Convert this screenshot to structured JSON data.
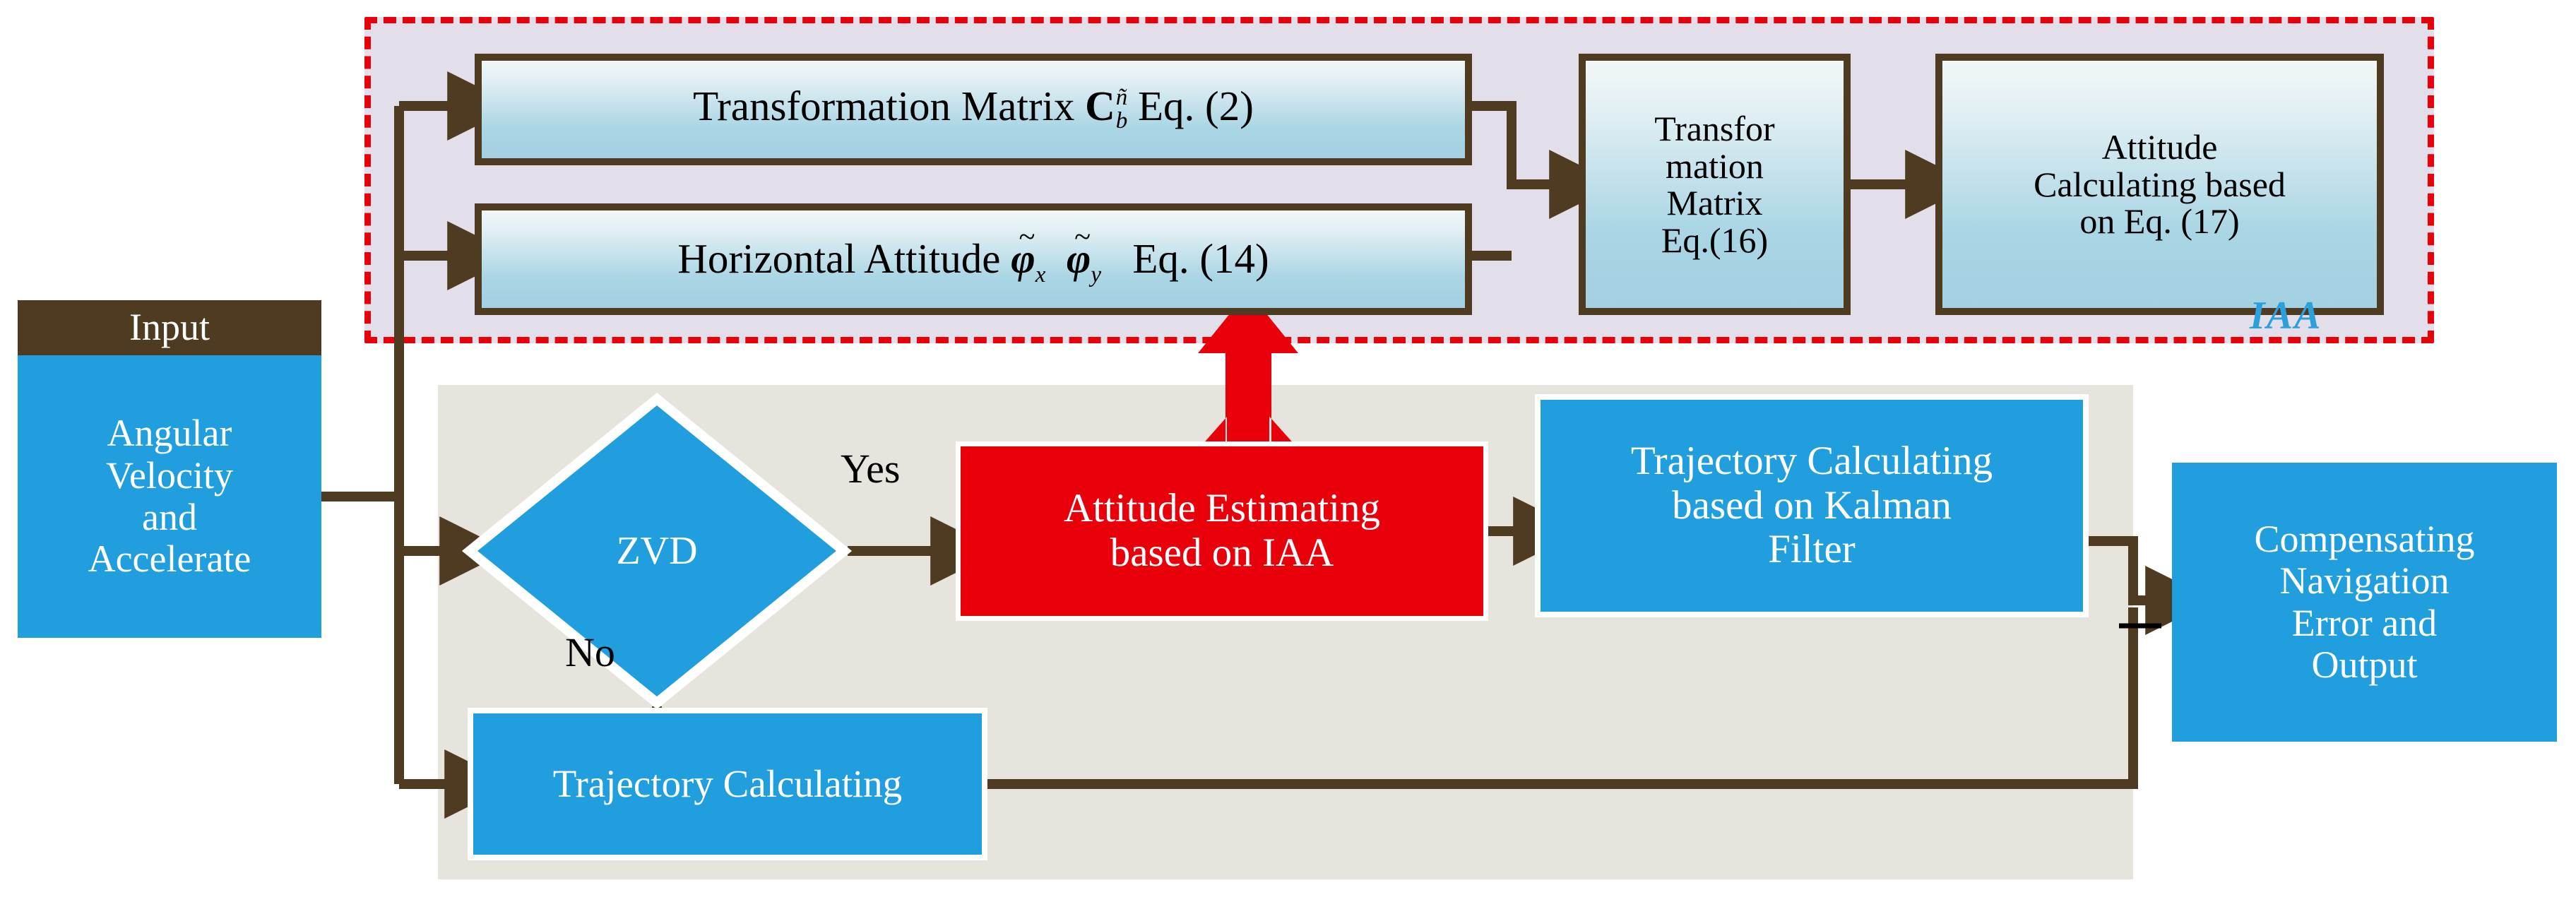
{
  "diagram": {
    "title": "IAA-based attitude estimation navigation flowchart",
    "colors": {
      "accent_blue": "#219edd",
      "highlight_red": "#e8000b",
      "connector_brown": "#4f3b22",
      "iaa_region_fill": "#e2dfea",
      "process_band_fill": "#e6e4dd",
      "iaa_label_blue": "#2ba0dd",
      "gradient_box_top": "#f2f7f8",
      "gradient_box_bottom": "#a3d1e2"
    }
  },
  "iaa_region": {
    "label": "IAA",
    "border_style": "dashed",
    "border_color": "#e8000b"
  },
  "input": {
    "header": "Input",
    "lines": [
      "Angular",
      "Velocity",
      "and",
      "Accelerate"
    ]
  },
  "boxes": {
    "transformation_matrix_eq2": {
      "prefix": "Transformation Matrix",
      "symbol": "C",
      "superscript": "ñ",
      "subscript": "b",
      "suffix": "Eq. (2)"
    },
    "horizontal_attitude_eq14": {
      "prefix": "Horizontal Attitude",
      "symbol1": "φ",
      "symbol1_sub": "x",
      "symbol2": "φ",
      "symbol2_sub": "y",
      "accent": "~",
      "suffix": "Eq. (14)"
    },
    "transformation_matrix_eq16": {
      "lines": [
        "Transfor",
        "mation",
        "Matrix",
        "Eq.(16)"
      ]
    },
    "attitude_calculating_eq17": {
      "lines": [
        "Attitude",
        "Calculating based",
        "on Eq. (17)"
      ]
    },
    "zvd_decision": {
      "label": "ZVD"
    },
    "attitude_estimating_iaa": {
      "lines": [
        "Attitude Estimating",
        "based on IAA"
      ]
    },
    "trajectory_kalman": {
      "lines": [
        "Trajectory Calculating",
        "based on Kalman",
        "Filter"
      ]
    },
    "trajectory_calculating": {
      "lines": [
        "Trajectory Calculating"
      ]
    },
    "compensating_output": {
      "lines": [
        "Compensating",
        "Navigation",
        "Error and",
        "Output"
      ]
    }
  },
  "edge_labels": {
    "yes": "Yes",
    "no": "No"
  }
}
